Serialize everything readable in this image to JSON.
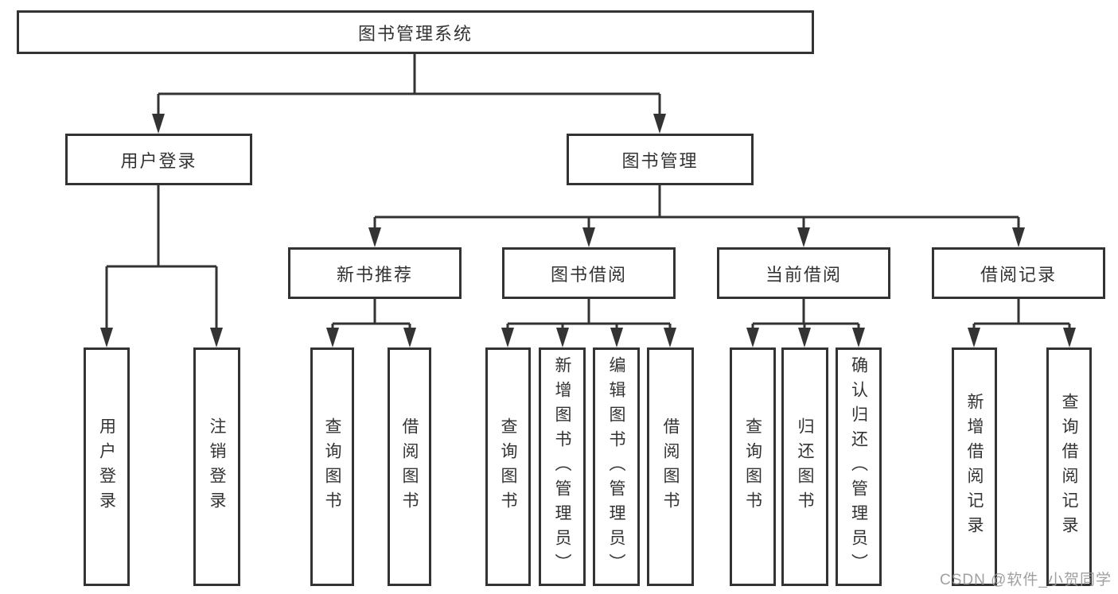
{
  "tree": {
    "root": "图书管理系统",
    "branches": {
      "user_login": {
        "label": "用户登录",
        "children": {
          "login": "用户登录",
          "logout": "注销登录"
        }
      },
      "book_mgmt": {
        "label": "图书管理",
        "children": {
          "new_book": {
            "label": "新书推荐",
            "children": {
              "query": "查询图书",
              "borrow": "借阅图书"
            }
          },
          "book_borrow": {
            "label": "图书借阅",
            "children": {
              "query": "查询图书",
              "add": "新增图书（管理员）",
              "edit": "编辑图书（管理员）",
              "borrow": "借阅图书"
            }
          },
          "current_borrow": {
            "label": "当前借阅",
            "children": {
              "query": "查询图书",
              "return": "归还图书",
              "confirm": "确认归还（管理员）"
            }
          },
          "borrow_record": {
            "label": "借阅记录",
            "children": {
              "add": "新增借阅记录",
              "query": "查询借阅记录"
            }
          }
        }
      }
    }
  },
  "watermark": "CSDN @软件_小贺同学",
  "colors": {
    "line": "#333333",
    "box_border": "#333333",
    "text": "#333333",
    "watermark": "#989898",
    "background": "#ffffff"
  }
}
